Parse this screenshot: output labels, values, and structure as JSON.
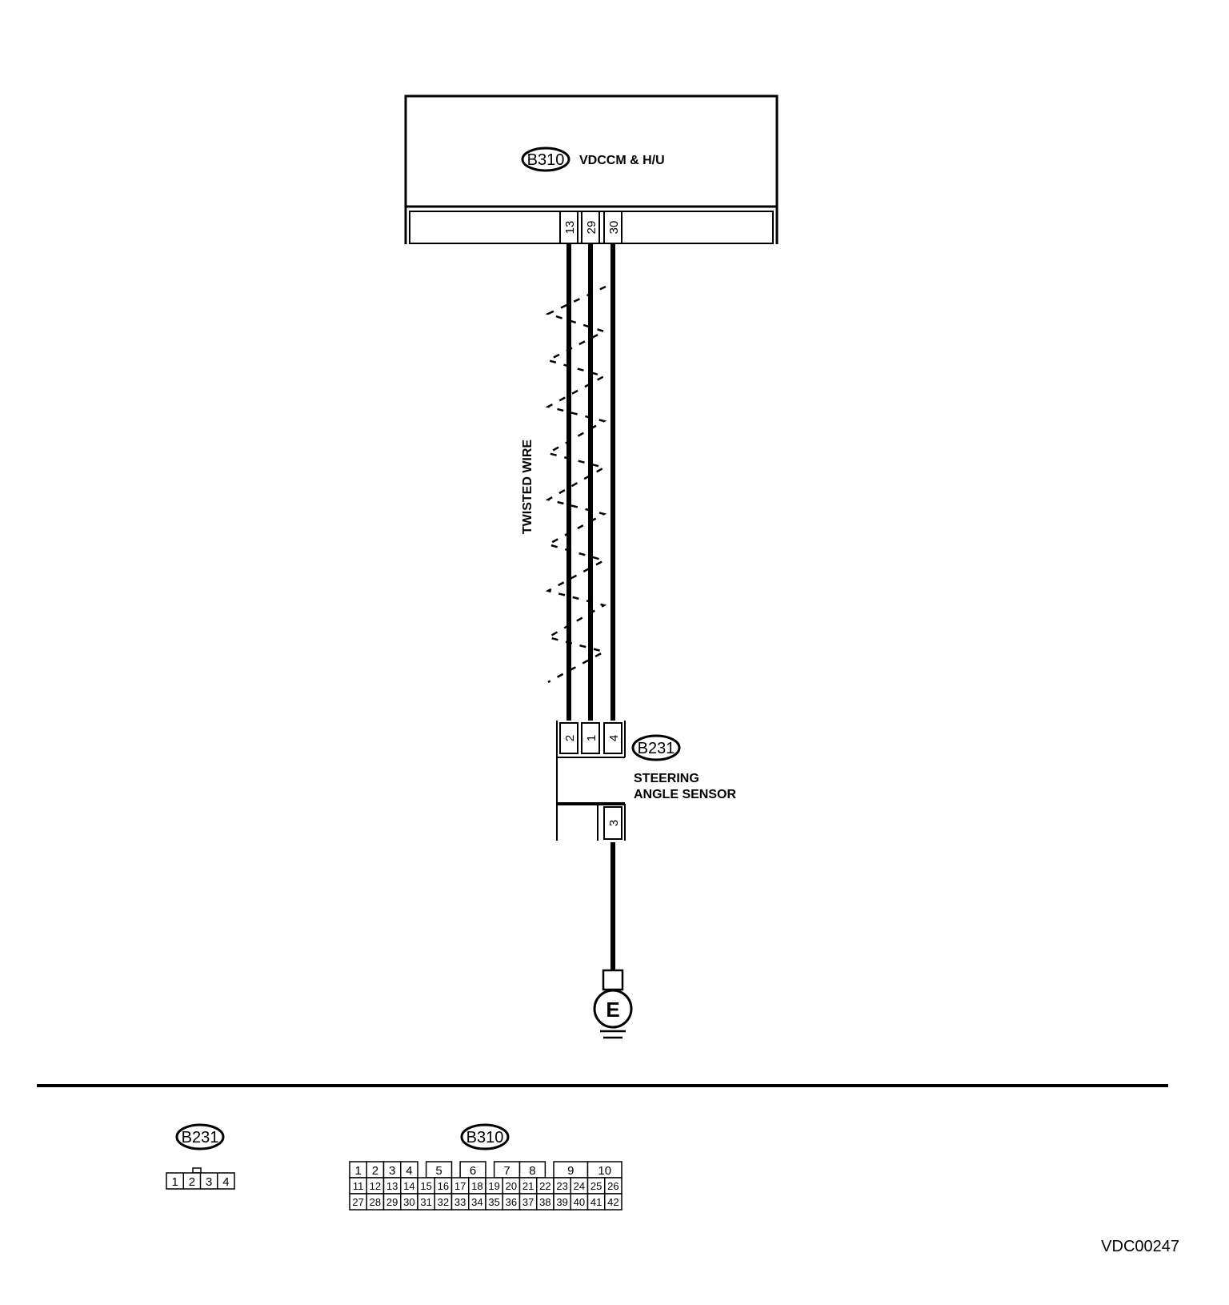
{
  "modules": {
    "vdccm": {
      "code": "B310",
      "name": "VDCCM & H/U",
      "pins": [
        "13",
        "29",
        "30"
      ]
    },
    "sensor": {
      "code": "B231",
      "name_line1": "STEERING",
      "name_line2": "ANGLE SENSOR",
      "pins_top": [
        "2",
        "1",
        "4"
      ],
      "pin_bottom": "3"
    }
  },
  "wire_label": "TWISTED WIRE",
  "ground_label": "E",
  "legend": {
    "b231": {
      "code": "B231",
      "pins": [
        "1",
        "2",
        "3",
        "4"
      ]
    },
    "b310": {
      "code": "B310",
      "row1": [
        "1",
        "2",
        "3",
        "4",
        "5",
        "6",
        "7",
        "8",
        "9",
        "10"
      ],
      "row2": [
        "11",
        "12",
        "13",
        "14",
        "15",
        "16",
        "17",
        "18",
        "19",
        "20",
        "21",
        "22",
        "23",
        "24",
        "25",
        "26"
      ],
      "row3": [
        "27",
        "28",
        "29",
        "30",
        "31",
        "32",
        "33",
        "34",
        "35",
        "36",
        "37",
        "38",
        "39",
        "40",
        "41",
        "42"
      ]
    }
  },
  "diagram_code": "VDC00247"
}
